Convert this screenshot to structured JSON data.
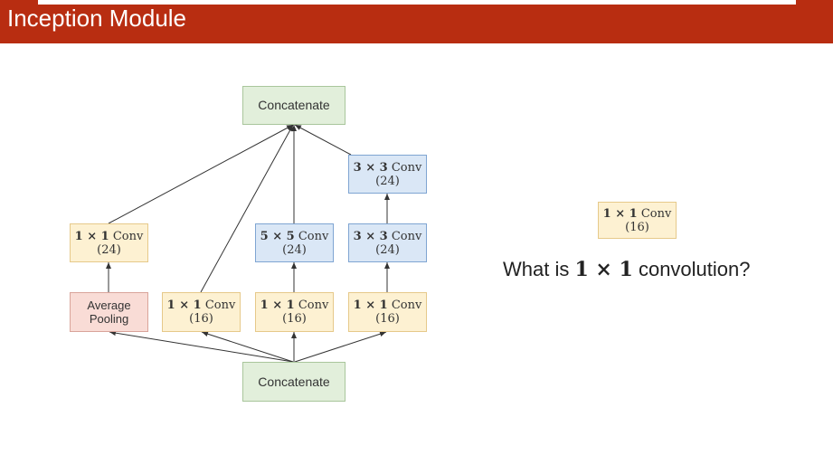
{
  "header": {
    "title": "Inception Module"
  },
  "diagram": {
    "concat_top": "Concatenate",
    "concat_bottom": "Concatenate",
    "branch1": {
      "conv": {
        "label": "1 × 1 Conv",
        "channels": "(24)"
      },
      "pool": {
        "line1": "Average",
        "line2": "Pooling"
      }
    },
    "branch2": {
      "conv": {
        "label": "1 × 1 Conv",
        "channels": "(16)"
      }
    },
    "branch3": {
      "conv5": {
        "label": "5 × 5 Conv",
        "channels": "(24)"
      },
      "conv1": {
        "label": "1 × 1 Conv",
        "channels": "(16)"
      }
    },
    "branch4": {
      "conv3_top": {
        "label": "3 × 3 Conv",
        "channels": "(24)"
      },
      "conv3_mid": {
        "label": "3 × 3 Conv",
        "channels": "(24)"
      },
      "conv1": {
        "label": "1 × 1 Conv",
        "channels": "(16)"
      }
    }
  },
  "side_example": {
    "label": "1 × 1 Conv",
    "channels": "(16)"
  },
  "question": {
    "prefix": "What is ",
    "math": "1 × 1",
    "suffix": " convolution?"
  },
  "colors": {
    "header": "#b82d11",
    "concat": "#e2efdb",
    "conv1": "#fdf1d2",
    "conv_large": "#dae7f6",
    "pool": "#f9dcd6"
  }
}
